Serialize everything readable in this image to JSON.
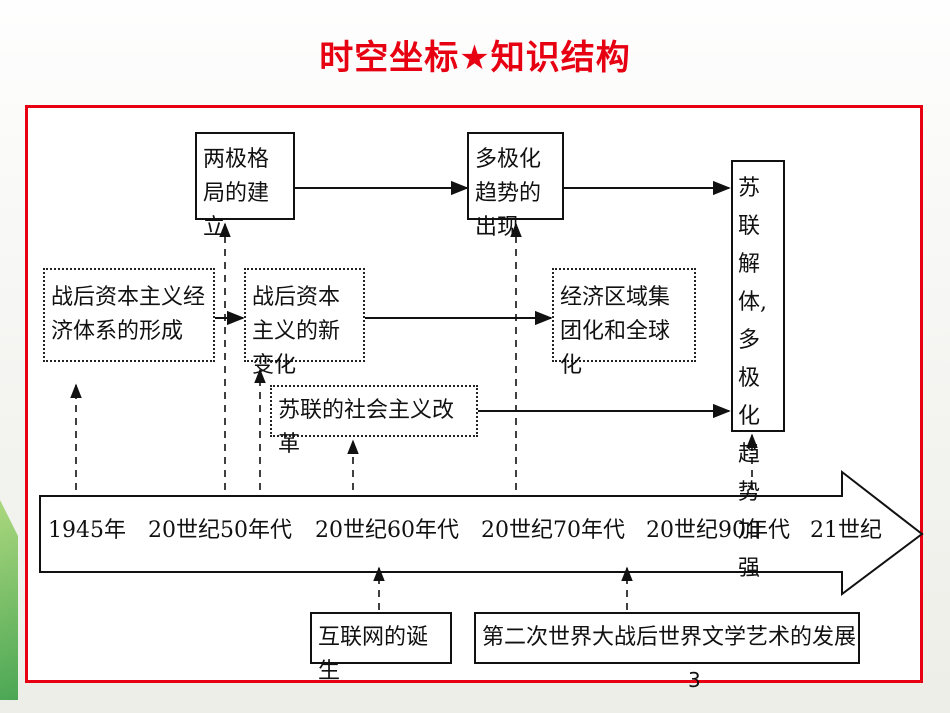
{
  "title": "时空坐标★知识结构",
  "page_number": "3",
  "timeline": [
    "1945年",
    "20世纪50年代",
    "20世纪60年代",
    "20世纪70年代",
    "20世纪90年代",
    "21世纪"
  ],
  "boxes": {
    "bipolar": "两极格局的建立",
    "multipolar_emerge": "多极化趋势的出现",
    "soviet_collapse": "苏联解体,多极化趋势加强",
    "capitalist_system": "战后资本主义经济体系的形成",
    "capitalist_change": "战后资本主义的新变化",
    "regional_global": "经济区域集团化和全球化",
    "soviet_reform": "苏联的社会主义改革",
    "internet": "互联网的诞生",
    "literature_art": "第二次世界大战后世界文学艺术的发展"
  }
}
